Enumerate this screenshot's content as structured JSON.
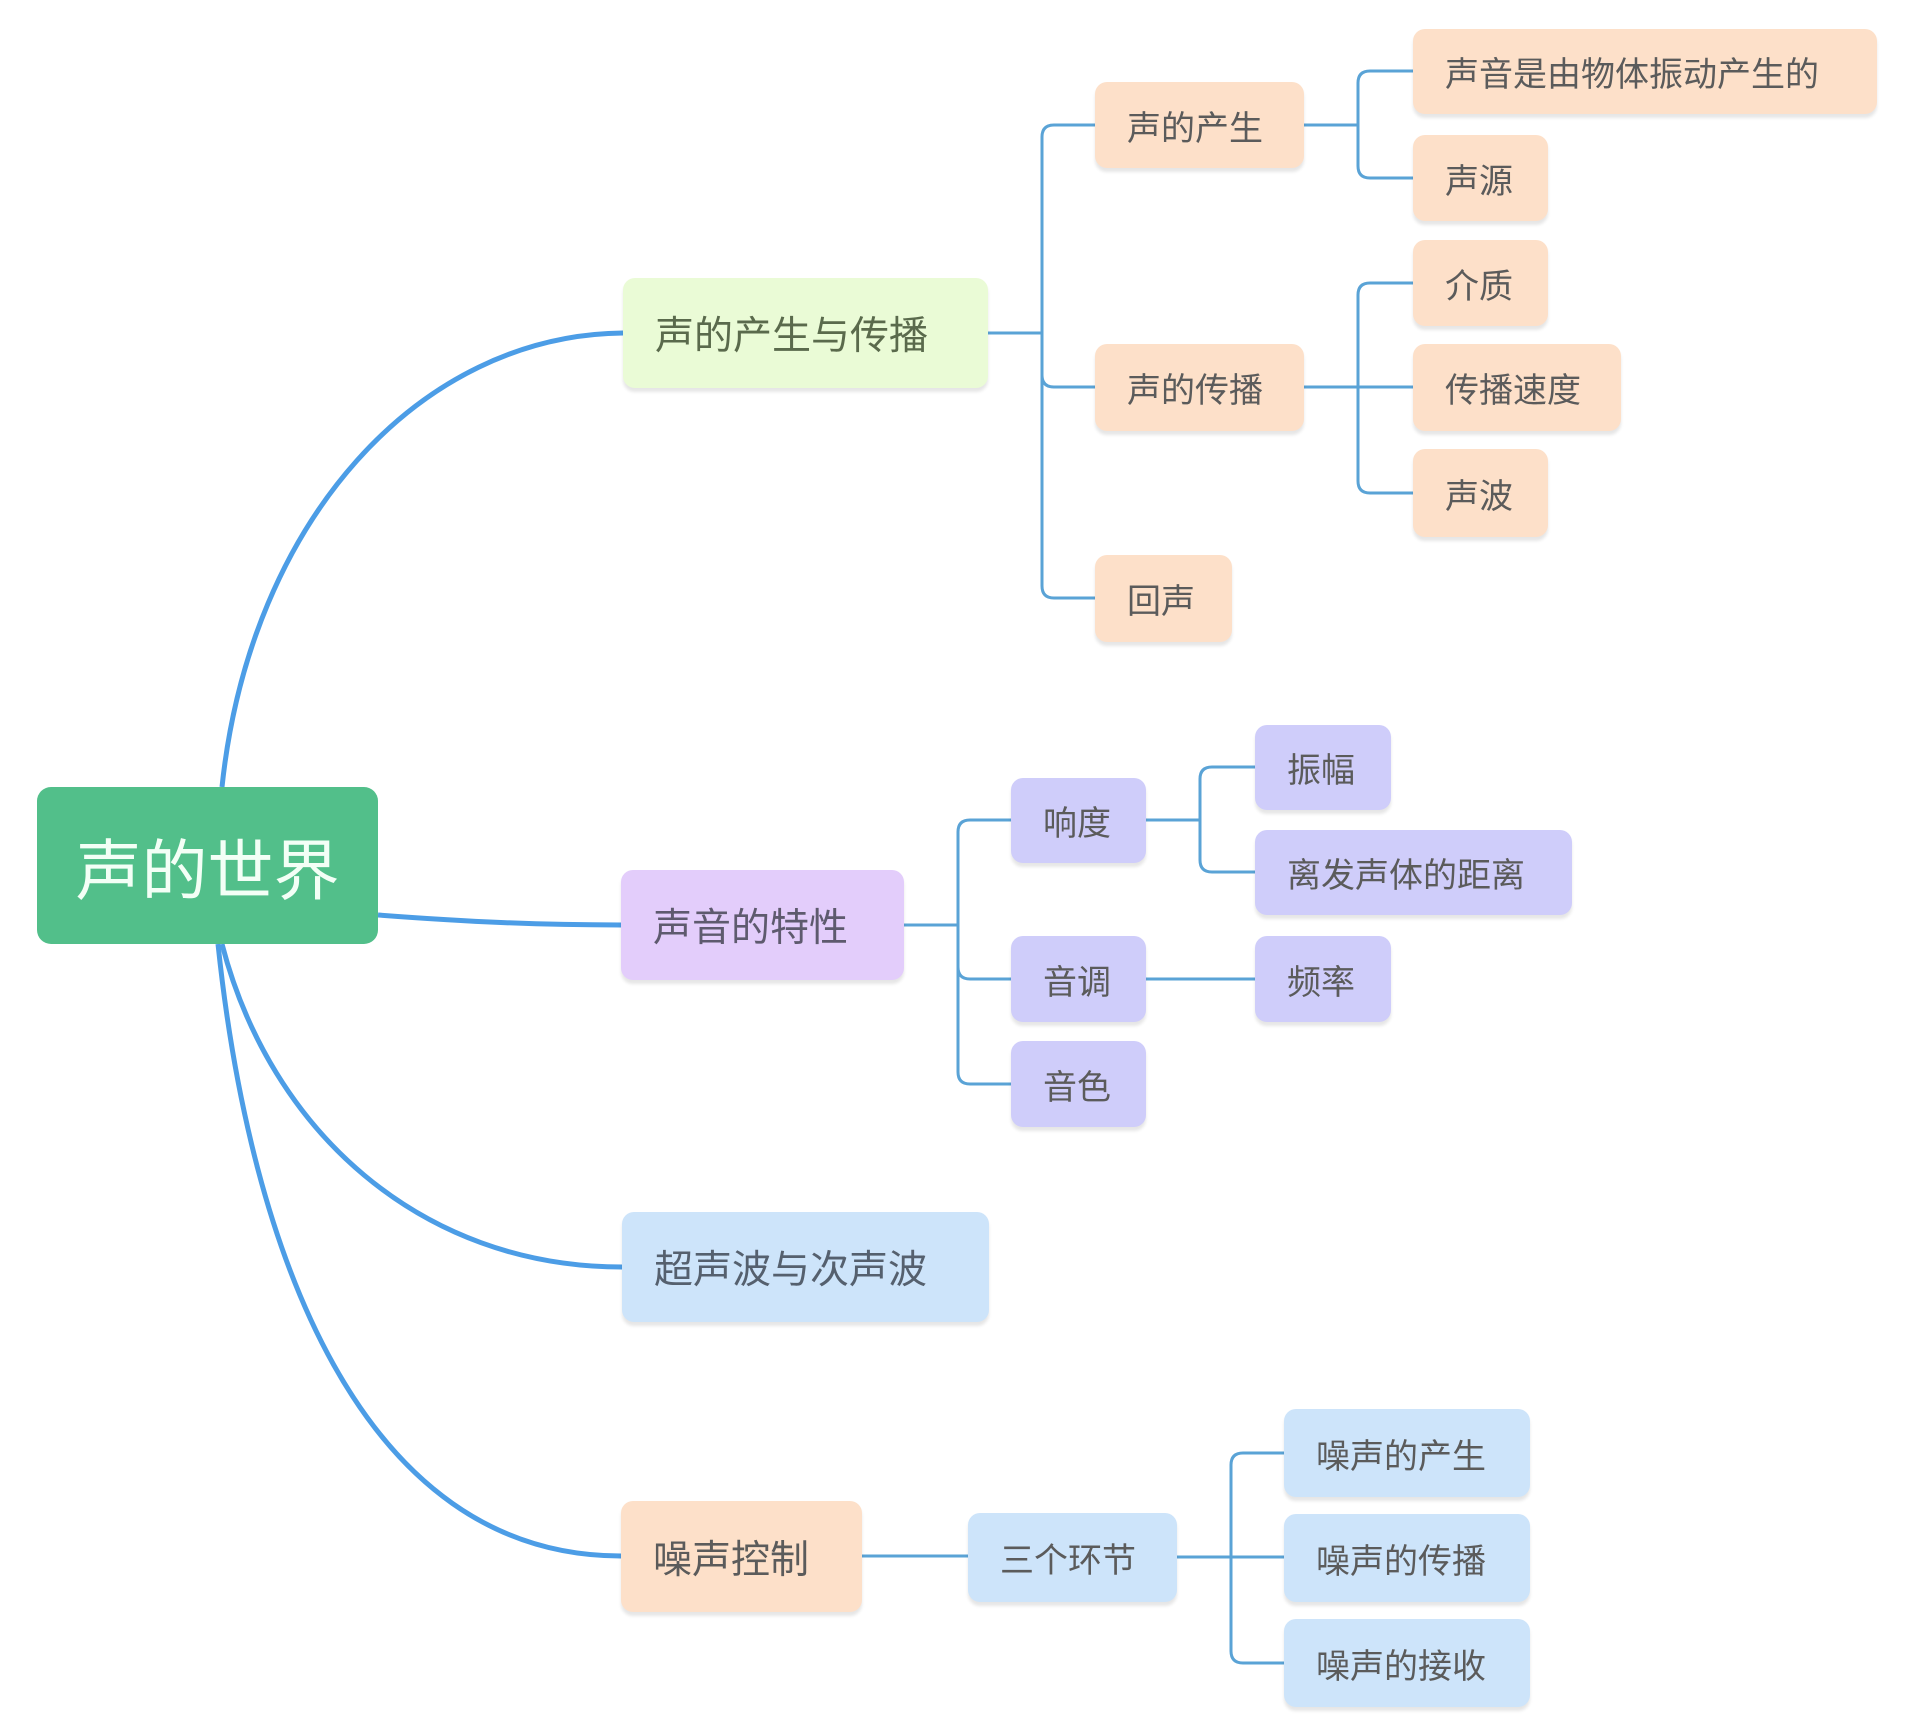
{
  "title": "声的世界",
  "colors": {
    "root": "#52bf8a",
    "branch_line": "#4c9de6",
    "sub_line": "#5aa3d6",
    "peach": "#fde0c9",
    "green_light": "#eafbd6",
    "lavender": "#e3cdfb",
    "periwinkle": "#cfcdfa",
    "sky": "#cde4fa"
  },
  "root": {
    "label": "声的世界"
  },
  "branches": [
    {
      "label": "声的产生与传播",
      "children": [
        {
          "label": "声的产生",
          "children": [
            {
              "label": "声音是由物体振动产生的"
            },
            {
              "label": "声源"
            }
          ]
        },
        {
          "label": "声的传播",
          "children": [
            {
              "label": "介质"
            },
            {
              "label": "传播速度"
            },
            {
              "label": "声波"
            }
          ]
        },
        {
          "label": "回声",
          "children": []
        }
      ]
    },
    {
      "label": "声音的特性",
      "children": [
        {
          "label": "响度",
          "children": [
            {
              "label": "振幅"
            },
            {
              "label": "离发声体的距离"
            }
          ]
        },
        {
          "label": "音调",
          "children": [
            {
              "label": "频率"
            }
          ]
        },
        {
          "label": "音色",
          "children": []
        }
      ]
    },
    {
      "label": "超声波与次声波",
      "children": []
    },
    {
      "label": "噪声控制",
      "children": [
        {
          "label": "三个环节",
          "children": [
            {
              "label": "噪声的产生"
            },
            {
              "label": "噪声的传播"
            },
            {
              "label": "噪声的接收"
            }
          ]
        }
      ]
    }
  ]
}
